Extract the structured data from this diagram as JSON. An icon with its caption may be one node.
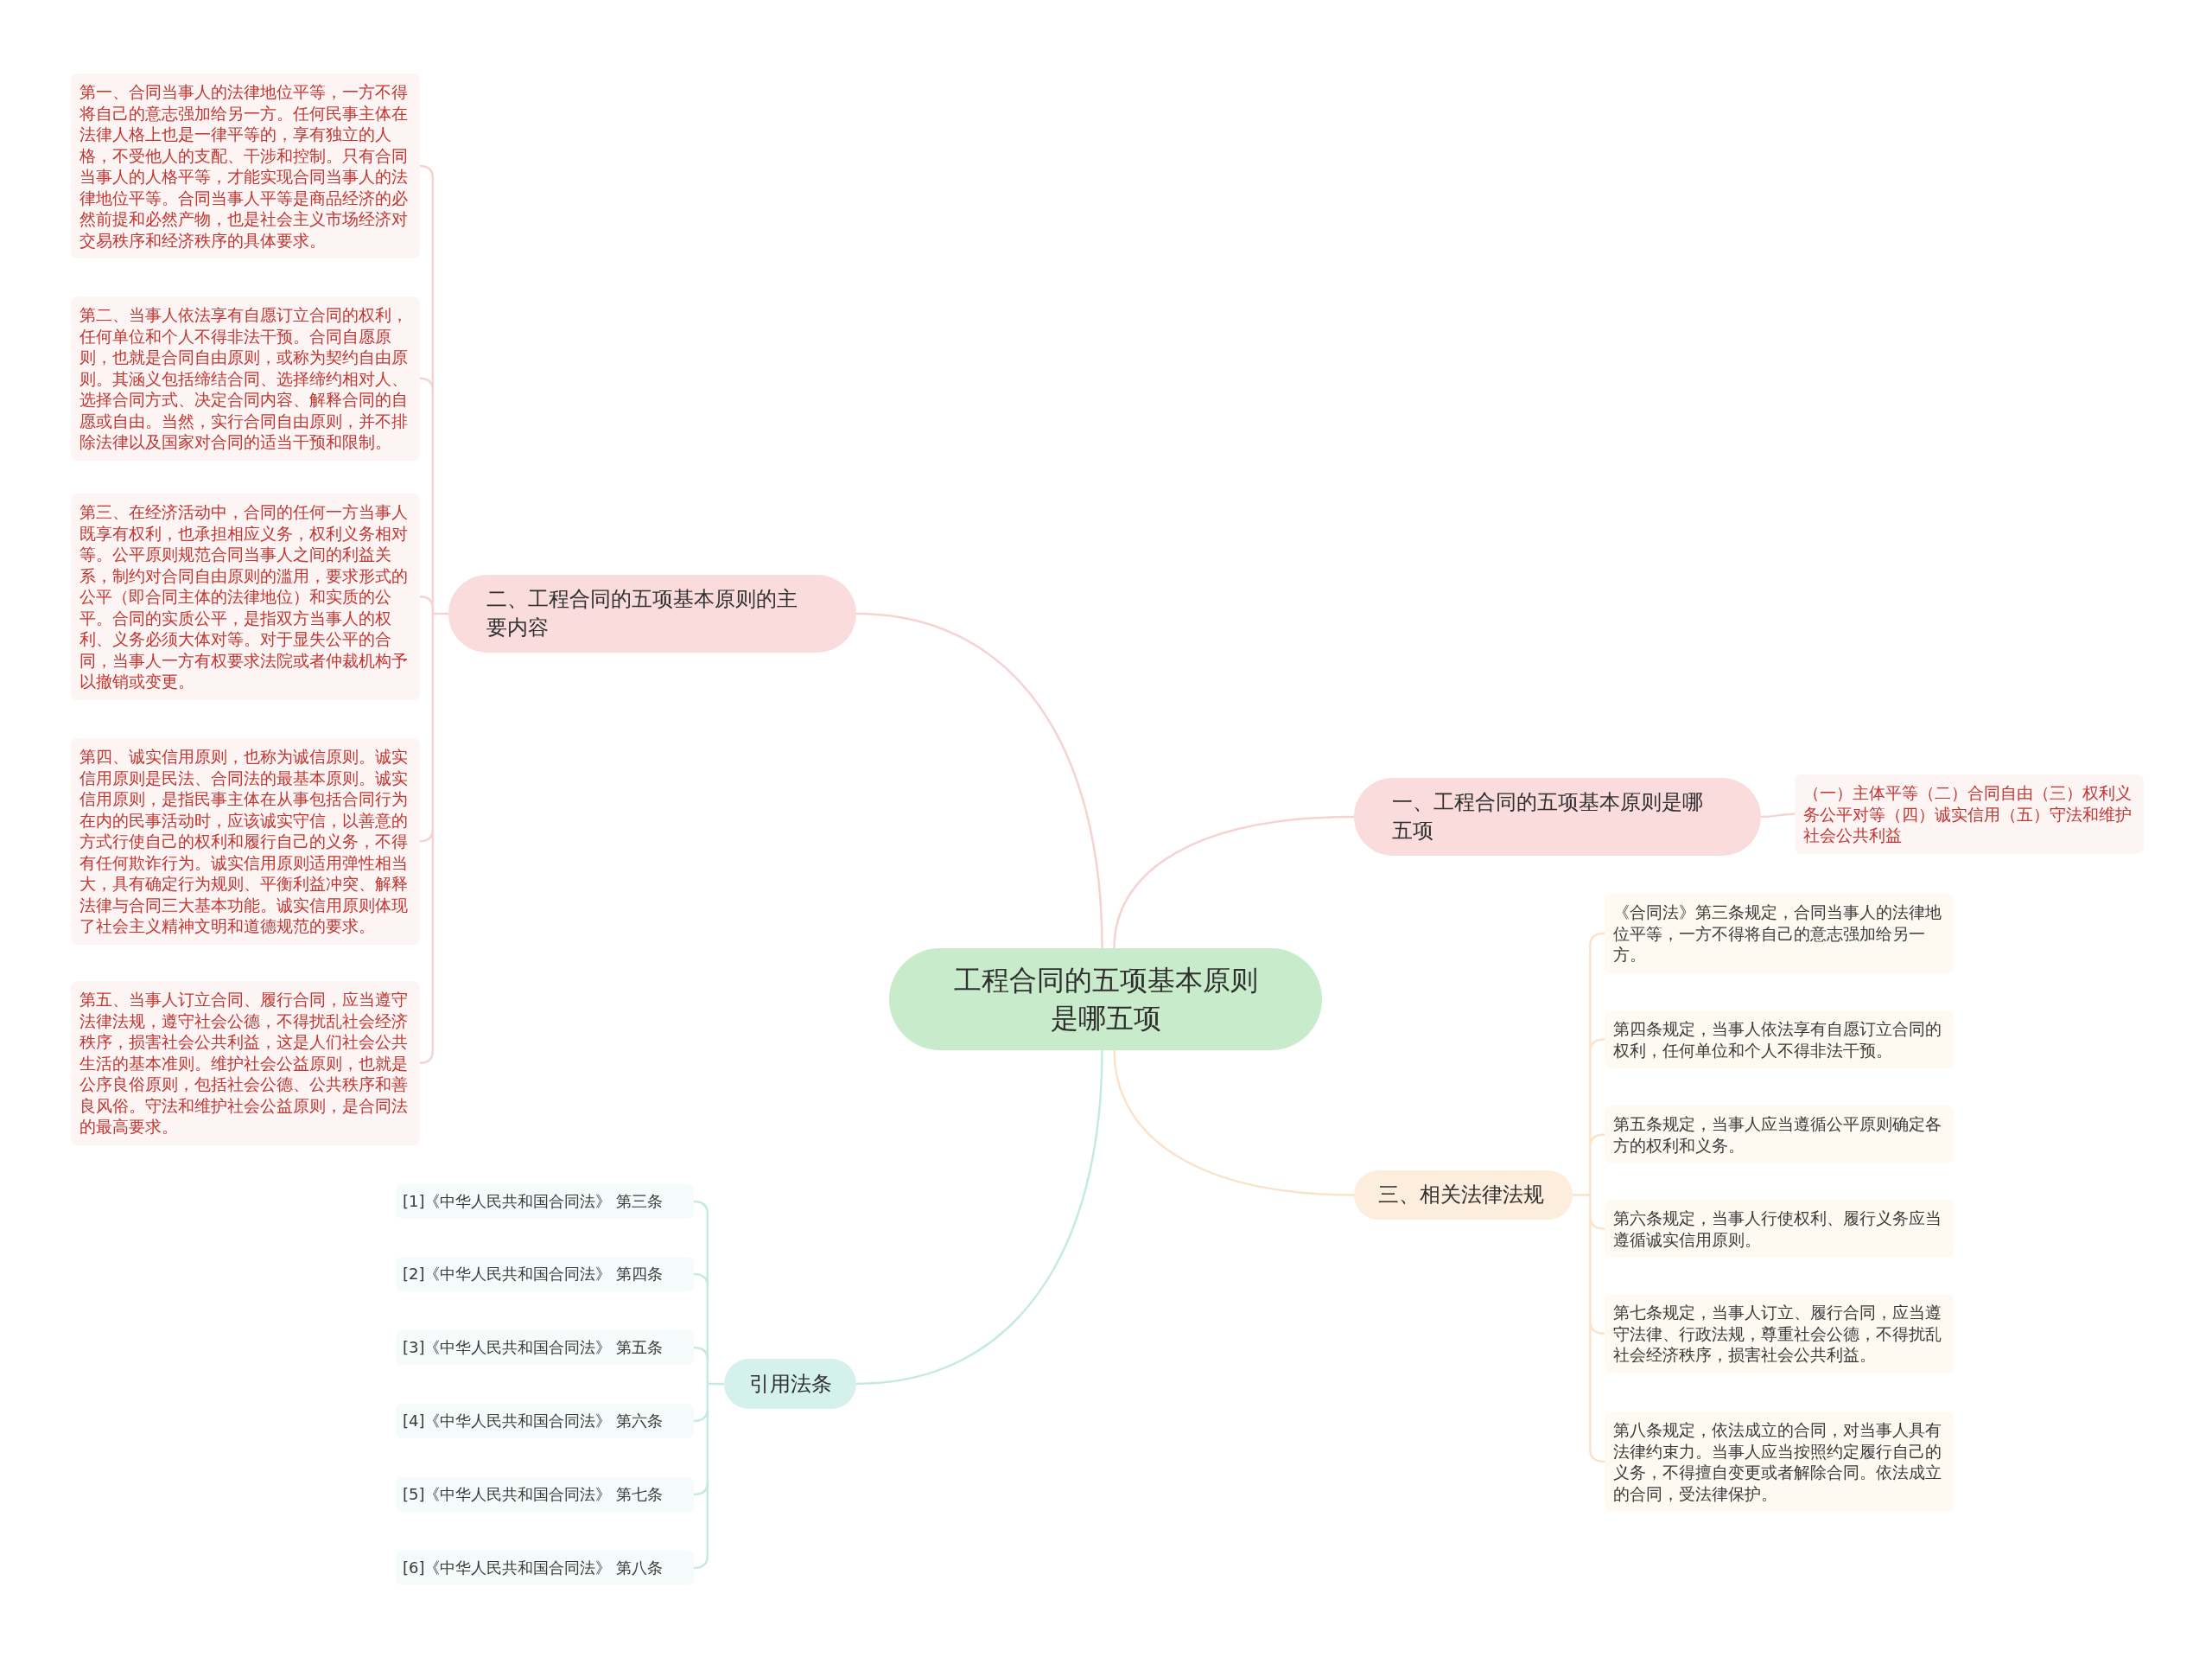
{
  "diagram": {
    "nodes": [
      {
        "text": [
          "工程合同的五项基本原则是哪五项"
        ]
      },
      {
        "text": [
          "一、工程合同的五项基本原则是哪五项"
        ]
      },
      {
        "text": [
          "（一）主体平等（二）合同自由（三）权利义务公平对等（四）诚实信用（五）守法和维护社会公共利益"
        ]
      },
      {
        "text": [
          "二、工程合同的五项基本原则的主要内容"
        ]
      },
      {
        "text": [
          "第一、合同当事人的法律地位平等，一方不得将自己的意志强加给另一方。任何民事主体在法律人格上也是一律平等的，享有独立的人格，不受他人的支配、干涉和控制。只有合同当事人的人格平等，才能实现合同当事人的法律地位平等。合同当事人平等是商品经济的必然前提和必然产物，也是社会主义市场经济对交易秩序和经济秩序的具体要求。"
        ]
      },
      {
        "text": [
          "第二、当事人依法享有自愿订立合同的权利，任何单位和个人不得非法干预。合同自愿原则，也就是合同自由原则，或称为契约自由原则。其涵义包括缔结合同、选择缔约相对人、选择合同方式、决定合同内容、解释合同的自愿或自由。当然，实行合同自由原则，并不排除法律以及国家对合同的适当干预和限制。"
        ]
      },
      {
        "text": [
          "第三、在经济活动中，合同的任何一方当事人既享有权利，也承担相应义务，权利义务相对等。公平原则规范合同当事人之间的利益关系，制约对合同自由原则的滥用，要求形式的公平（即合同主体的法律地位）和实质的公平。合同的实质公平，是指双方当事人的权利、义务必须大体对等。对于显失公平的合同，当事人一方有权要求法院或者仲裁机构予以撤销或变更。"
        ]
      },
      {
        "text": [
          "第四、诚实信用原则，也称为诚信原则。诚实信用原则是民法、合同法的最基本原则。诚实信用原则，是指民事主体在从事包括合同行为在内的民事活动时，应该诚实守信，以善意的方式行使自己的权利和履行自己的义务，不得有任何欺诈行为。诚实信用原则适用弹性相当大，具有确定行为规则、平衡利益冲突、解释法律与合同三大基本功能。诚实信用原则体现了社会主义精神文明和道德规范的要求。"
        ]
      },
      {
        "text": [
          "第五、当事人订立合同、履行合同，应当遵守法律法规，遵守社会公德，不得扰乱社会经济秩序，损害社会公共利益，这是人们社会公共生活的基本准则。维护社会公益原则，也就是公序良俗原则，包括社会公德、公共秩序和善良风俗。守法和维护社会公益原则，是合同法的最高要求。"
        ]
      },
      {
        "text": [
          "三、相关法律法规"
        ]
      },
      {
        "text": [
          "《合同法》第三条规定，合同当事人的法律地位平等，一方不得将自己的意志强加给另一方。"
        ]
      },
      {
        "text": [
          "第四条规定，当事人依法享有自愿订立合同的权利，任何单位和个人不得非法干预。"
        ]
      },
      {
        "text": [
          "第五条规定，当事人应当遵循公平原则确定各方的权利和义务。"
        ]
      },
      {
        "text": [
          "第六条规定，当事人行使权利、履行义务应当遵循诚实信用原则。"
        ]
      },
      {
        "text": [
          "第七条规定，当事人订立、履行合同，应当遵守法律、行政法规，尊重社会公德，不得扰乱社会经济秩序，损害社会公共利益。"
        ]
      },
      {
        "text": [
          "第八条规定，依法成立的合同，对当事人具有法律约束力。当事人应当按照约定履行自己的义务，不得擅自变更或者解除合同。依法成立的合同，受法律保护。"
        ]
      },
      {
        "text": [
          "引用法条"
        ]
      },
      {
        "text": [
          "[1]《中华人民共和国合同法》 第三条"
        ]
      },
      {
        "text": [
          "[2]《中华人民共和国合同法》 第四条"
        ]
      },
      {
        "text": [
          "[3]《中华人民共和国合同法》 第五条"
        ]
      },
      {
        "text": [
          "[4]《中华人民共和国合同法》 第六条"
        ]
      },
      {
        "text": [
          "[5]《中华人民共和国合同法》 第七条"
        ]
      },
      {
        "text": [
          "[6]《中华人民共和国合同法》 第八条"
        ]
      }
    ],
    "edges": [
      {
        "from": 0,
        "to": 1,
        "arrow": "none"
      },
      {
        "from": 1,
        "to": 2,
        "arrow": "none"
      },
      {
        "from": 0,
        "to": 3,
        "arrow": "none"
      },
      {
        "from": 3,
        "to": 4,
        "arrow": "none"
      },
      {
        "from": 3,
        "to": 5,
        "arrow": "none"
      },
      {
        "from": 3,
        "to": 6,
        "arrow": "none"
      },
      {
        "from": 3,
        "to": 7,
        "arrow": "none"
      },
      {
        "from": 3,
        "to": 8,
        "arrow": "none"
      },
      {
        "from": 0,
        "to": 9,
        "arrow": "none",
        "color": "#fbe3cb"
      },
      {
        "from": 9,
        "to": 10,
        "arrow": "none",
        "color": "#fbe3cb"
      },
      {
        "from": 9,
        "to": 11,
        "arrow": "none",
        "color": "#fbe3cb"
      },
      {
        "from": 9,
        "to": 12,
        "arrow": "none",
        "color": "#fbe3cb"
      },
      {
        "from": 9,
        "to": 13,
        "arrow": "none",
        "color": "#fbe3cb"
      },
      {
        "from": 9,
        "to": 14,
        "arrow": "none",
        "color": "#fbe3cb"
      },
      {
        "from": 9,
        "to": 15,
        "arrow": "none",
        "color": "#fbe3cb"
      },
      {
        "from": 0,
        "to": 16,
        "arrow": "none",
        "color": "#c4eae4"
      },
      {
        "from": 16,
        "to": 17,
        "arrow": "none",
        "color": "#c4eae4"
      },
      {
        "from": 16,
        "to": 18,
        "arrow": "none",
        "color": "#c4eae4"
      },
      {
        "from": 16,
        "to": 19,
        "arrow": "none",
        "color": "#c4eae4"
      },
      {
        "from": 16,
        "to": 20,
        "arrow": "none",
        "color": "#c4eae4"
      },
      {
        "from": 16,
        "to": 21,
        "arrow": "none",
        "color": "#c4eae4"
      },
      {
        "from": 16,
        "to": 22,
        "arrow": "none",
        "color": "#c4eae4"
      }
    ]
  }
}
